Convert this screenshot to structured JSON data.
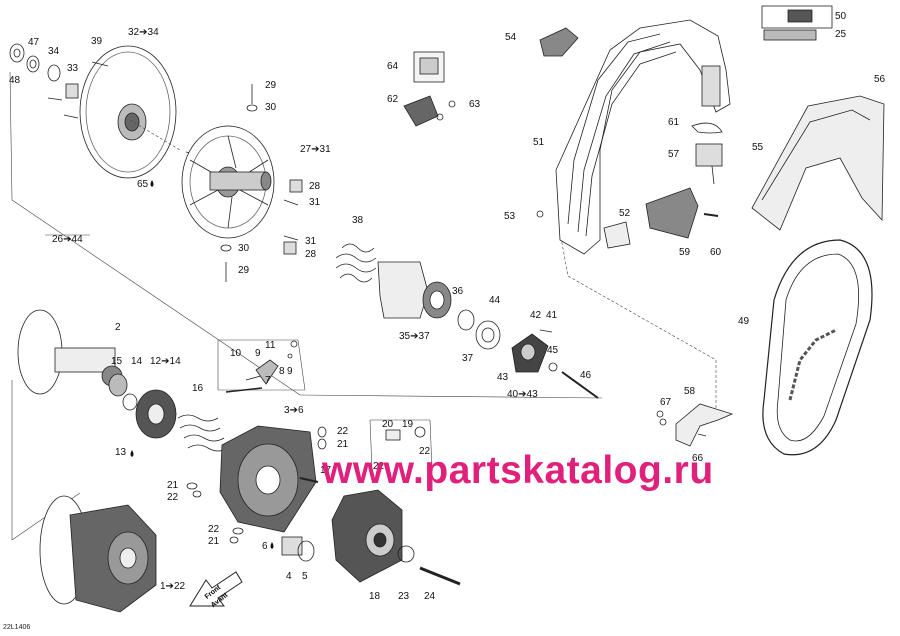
{
  "drawing_code": "22L1406",
  "watermark": "www.partskatalog.ru",
  "front_label": "Front",
  "front_label_fr": "Avant",
  "callouts": [
    {
      "id": "c47",
      "text": "47"
    },
    {
      "id": "c48",
      "text": "48"
    },
    {
      "id": "c34",
      "text": "34"
    },
    {
      "id": "c33",
      "text": "33"
    },
    {
      "id": "c39",
      "text": "39"
    },
    {
      "id": "c32_34",
      "text": "32➔34"
    },
    {
      "id": "c65",
      "text": "65"
    },
    {
      "id": "c26_44",
      "text": "26➔44"
    },
    {
      "id": "c29a",
      "text": "29"
    },
    {
      "id": "c30a",
      "text": "30"
    },
    {
      "id": "c27_31",
      "text": "27➔31"
    },
    {
      "id": "c28a",
      "text": "28"
    },
    {
      "id": "c31a",
      "text": "31"
    },
    {
      "id": "c30b",
      "text": "30"
    },
    {
      "id": "c29b",
      "text": "29"
    },
    {
      "id": "c31b",
      "text": "31"
    },
    {
      "id": "c28b",
      "text": "28"
    },
    {
      "id": "c38",
      "text": "38"
    },
    {
      "id": "c36",
      "text": "36"
    },
    {
      "id": "c35_37",
      "text": "35➔37"
    },
    {
      "id": "c37",
      "text": "37"
    },
    {
      "id": "c44",
      "text": "44"
    },
    {
      "id": "c42",
      "text": "42"
    },
    {
      "id": "c41",
      "text": "41"
    },
    {
      "id": "c45",
      "text": "45"
    },
    {
      "id": "c43",
      "text": "43"
    },
    {
      "id": "c46",
      "text": "46"
    },
    {
      "id": "c40_43",
      "text": "40➔43"
    },
    {
      "id": "c64",
      "text": "64"
    },
    {
      "id": "c62",
      "text": "62"
    },
    {
      "id": "c63",
      "text": "63"
    },
    {
      "id": "c54",
      "text": "54"
    },
    {
      "id": "c50",
      "text": "50"
    },
    {
      "id": "c25",
      "text": "25"
    },
    {
      "id": "c56",
      "text": "56"
    },
    {
      "id": "c51",
      "text": "51"
    },
    {
      "id": "c61",
      "text": "61"
    },
    {
      "id": "c57",
      "text": "57"
    },
    {
      "id": "c55",
      "text": "55"
    },
    {
      "id": "c52",
      "text": "52"
    },
    {
      "id": "c53",
      "text": "53"
    },
    {
      "id": "c59",
      "text": "59"
    },
    {
      "id": "c60",
      "text": "60"
    },
    {
      "id": "c49",
      "text": "49"
    },
    {
      "id": "c2",
      "text": "2"
    },
    {
      "id": "c15",
      "text": "15"
    },
    {
      "id": "c14",
      "text": "14"
    },
    {
      "id": "c12_14",
      "text": "12➔14"
    },
    {
      "id": "c10",
      "text": "10"
    },
    {
      "id": "c11",
      "text": "11"
    },
    {
      "id": "c9",
      "text": "9"
    },
    {
      "id": "c8",
      "text": "8"
    },
    {
      "id": "c9b",
      "text": "9"
    },
    {
      "id": "c7",
      "text": "7"
    },
    {
      "id": "c16",
      "text": "16"
    },
    {
      "id": "c13",
      "text": "13"
    },
    {
      "id": "c3_6",
      "text": "3➔6"
    },
    {
      "id": "c22a",
      "text": "22"
    },
    {
      "id": "c21a",
      "text": "21"
    },
    {
      "id": "c17",
      "text": "17"
    },
    {
      "id": "c21b",
      "text": "21"
    },
    {
      "id": "c22b",
      "text": "22"
    },
    {
      "id": "c22c",
      "text": "22"
    },
    {
      "id": "c21c",
      "text": "21"
    },
    {
      "id": "c6",
      "text": "6"
    },
    {
      "id": "c4",
      "text": "4"
    },
    {
      "id": "c5",
      "text": "5"
    },
    {
      "id": "c1_22",
      "text": "1➔22"
    },
    {
      "id": "c20",
      "text": "20"
    },
    {
      "id": "c19",
      "text": "19"
    },
    {
      "id": "c22d",
      "text": "22"
    },
    {
      "id": "c22e",
      "text": "22"
    },
    {
      "id": "c18",
      "text": "18"
    },
    {
      "id": "c23",
      "text": "23"
    },
    {
      "id": "c24",
      "text": "24"
    },
    {
      "id": "c58",
      "text": "58"
    },
    {
      "id": "c67",
      "text": "67"
    },
    {
      "id": "c66",
      "text": "66"
    }
  ]
}
